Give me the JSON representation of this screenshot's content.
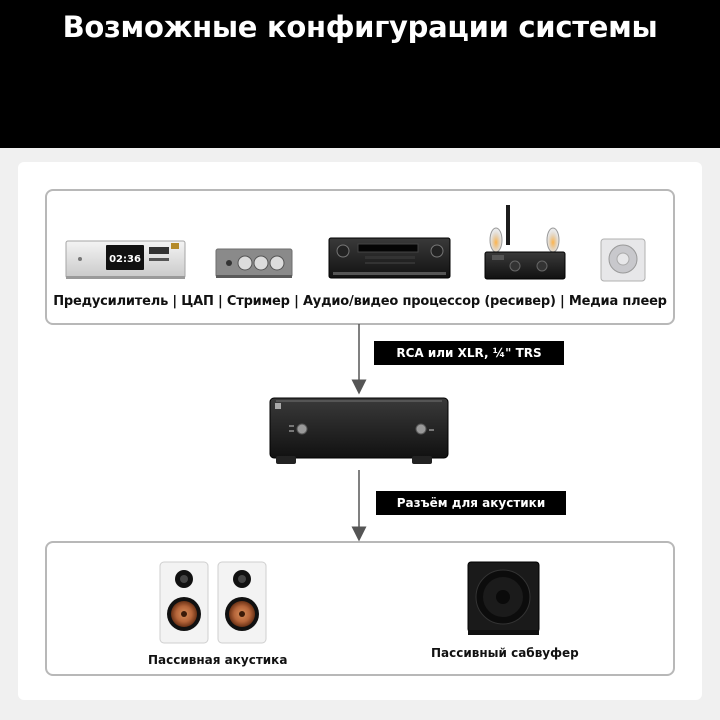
{
  "title": "Возможные конфигурации системы",
  "sources_label": "Предусилитель | ЦАП | Стример | Аудио/видео процессор (ресивер) | Медиа плеер",
  "connection_label": "RCA или XLR, ¼\" TRS",
  "speaker_connection_label": "Разъём для акустики",
  "outputs": {
    "passive_speakers_label": "Пассивная акустика",
    "passive_subwoofer_label": "Пассивный сабвуфер"
  },
  "devices": {
    "dac_display_text": "02:36"
  },
  "colors": {
    "header_bg": "#000000",
    "box_border": "#b8b8b8",
    "arrow": "#555555",
    "woofer_copper": "#b5653a"
  }
}
